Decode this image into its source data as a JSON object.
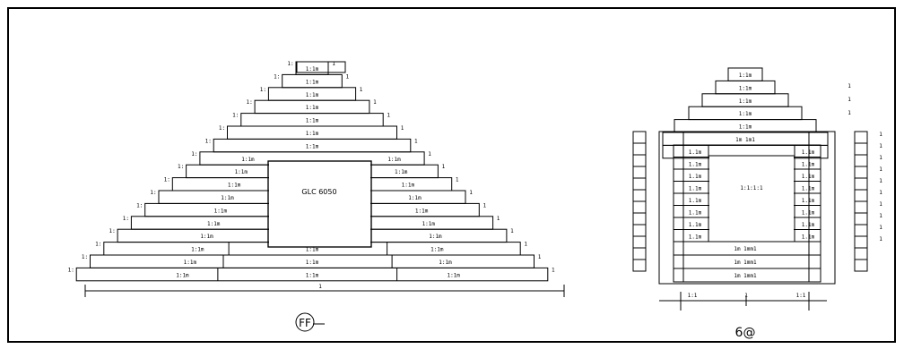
{
  "left_view": {
    "caption": "FF",
    "center_label": "GLC 6050",
    "dimension_mark": "1",
    "row_labels": [
      "1:1m",
      "1:1m",
      "1:1m",
      "1:1m",
      "1:1m",
      "1:1m",
      "1:1m",
      "1:1m",
      "1:1m",
      "1:1m",
      "1:1m",
      "1:1m",
      "1:1m",
      "1:1m",
      "1:1m",
      "1:1m",
      "1:1m",
      "1:1m",
      "1:1m",
      "1:1m"
    ]
  },
  "right_view": {
    "caption": "6@",
    "core_label": "1:1:1:1",
    "split_labels": [
      "1m 1m1",
      "1m 1m1"
    ],
    "side_labels": [
      "1.1m",
      "1.1m",
      "1.1m",
      "1.1m",
      "1.1m",
      "1.1m",
      "1.1m",
      "1.1m"
    ],
    "bottom_labels": [
      "1m 1mm1",
      "1m 1mm1",
      "1m 1mm1"
    ],
    "dimension_labels": [
      "1:1",
      "1",
      "1:1"
    ]
  }
}
